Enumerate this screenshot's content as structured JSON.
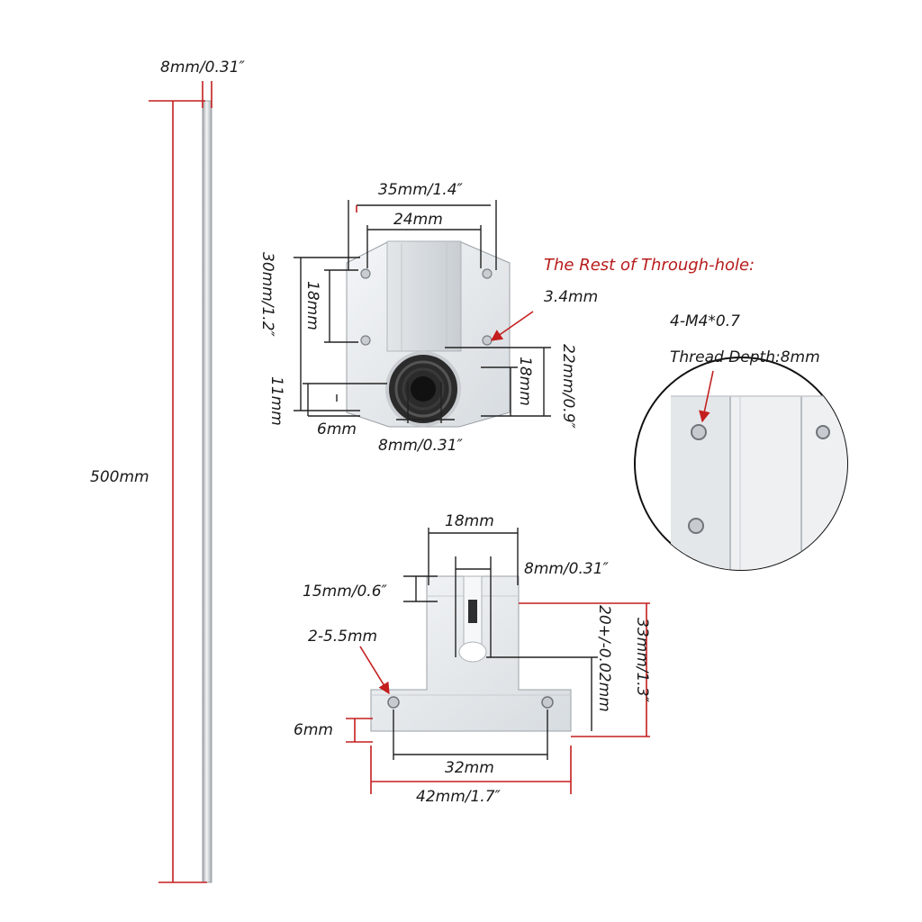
{
  "rod": {
    "diameter_label": "8mm/0.31″",
    "length_label": "500mm"
  },
  "bearing_block": {
    "width_label": "35mm/1.4″",
    "hole_spacing_label": "24mm",
    "height_label": "30mm/1.2″",
    "hole_vertical_label": "18mm",
    "center_height_label": "11mm",
    "base_offset_label": "6mm",
    "bore_label": "8mm/0.31″",
    "hole_label": "3.4mm",
    "side_height_label": "22mm/0.9″",
    "side_inner_label": "18mm"
  },
  "through_hole": {
    "title": "The Rest of Through-hole:",
    "thread_label": "4-M4*0.7",
    "depth_label": "Thread Depth:8mm"
  },
  "shaft_support": {
    "top_width_label": "18mm",
    "slot_label": "8mm/0.31″",
    "top_height_label": "15mm/0.6″",
    "mount_hole_label": "2-5.5mm",
    "base_thickness_label": "6mm",
    "center_height_label": "20+/-0.02mm",
    "total_height_label": "33mm/1.3″",
    "hole_spacing_label": "32mm",
    "base_width_label": "42mm/1.7″"
  },
  "colors": {
    "dimension_line": "#c41e1e",
    "aluminum": "#e9ecef",
    "annotation_red": "#b81c1c"
  }
}
